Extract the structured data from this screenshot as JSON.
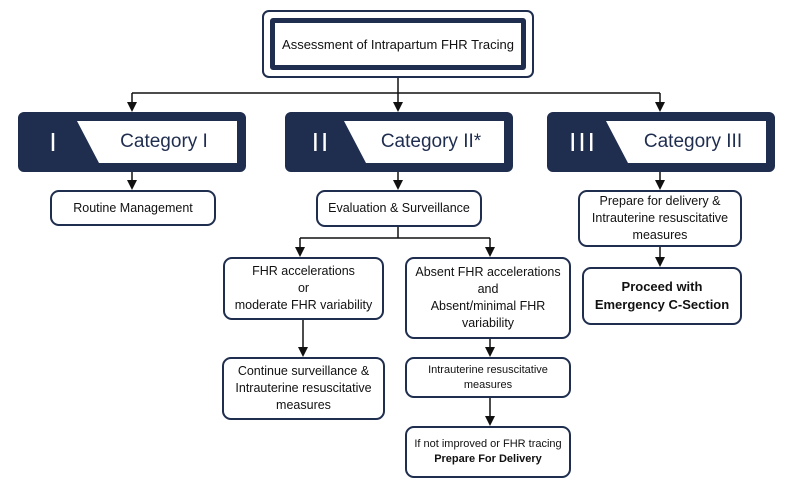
{
  "header": {
    "title": "Assessment of Intrapartum FHR Tracing"
  },
  "categories": [
    {
      "numeral": "I",
      "label": "Category I"
    },
    {
      "numeral": "II",
      "label": "Category II*"
    },
    {
      "numeral": "III",
      "label": "Category III"
    }
  ],
  "cat1": {
    "routine": "Routine Management"
  },
  "cat2": {
    "evaluation": "Evaluation & Surveillance",
    "left": {
      "condition": [
        "FHR accelerations",
        "or",
        "moderate FHR variability"
      ],
      "action": [
        "Continue surveillance &",
        "Intrauterine resuscitative",
        "measures"
      ]
    },
    "right": {
      "condition": [
        "Absent FHR accelerations",
        "and",
        "Absent/minimal FHR",
        "variability"
      ],
      "action": [
        "Intrauterine resuscitative",
        "measures"
      ],
      "final_line1": "If not improved or FHR tracing",
      "final_line2": "Prepare For Delivery"
    }
  },
  "cat3": {
    "prepare": [
      "Prepare for delivery &",
      "Intrauterine resuscitative",
      "measures"
    ],
    "proceed": [
      "Proceed with",
      "Emergency C-Section"
    ]
  },
  "colors": {
    "navy": "#1f2d4f",
    "line": "#111111",
    "background": "#ffffff"
  }
}
